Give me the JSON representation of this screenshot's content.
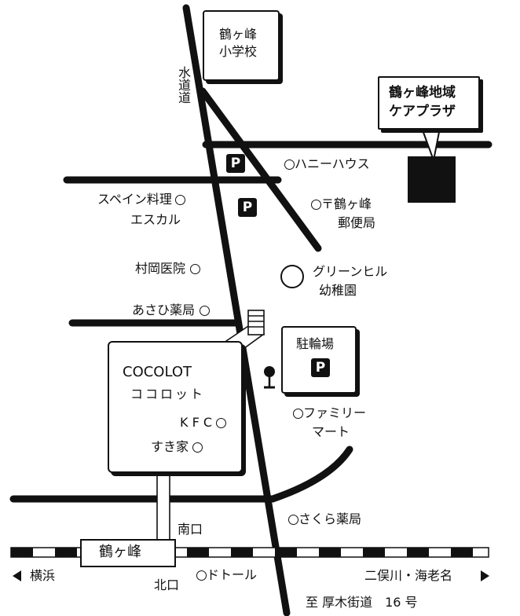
{
  "roads": {
    "suido_michi": "水道道",
    "atsugi_kaido": "至 厚木街道　16 号"
  },
  "stations": {
    "tsurugamine": "鶴ヶ峰",
    "south_exit": "南口",
    "north_exit": "北口",
    "to_yokohama": "横浜",
    "to_futamatagawa_ebina": "二俣川・海老名"
  },
  "facilities": {
    "care_plaza": {
      "line1": "鶴ヶ峰地域",
      "line2": "ケアプラザ"
    },
    "school": {
      "line1": "鶴ヶ峰",
      "line2": "小学校"
    },
    "bicycle_parking": "駐輪場",
    "parking_mark": "P",
    "honey_house": "ハニーハウス",
    "post_office": {
      "line1": "〒鶴ヶ峰",
      "line2": "郵便局"
    },
    "spain_ryouri": {
      "line1": "スペイン料理",
      "line2": "エスカル"
    },
    "muraoka_clinic": "村岡医院",
    "asahi_pharmacy": "あさひ薬局",
    "green_hill": {
      "line1": "グリーンヒル",
      "line2": "幼稚園"
    },
    "cocolot": {
      "name": "COCOLOT",
      "kana": "ココロット",
      "kfc": "K F C",
      "sukiya": "すき家"
    },
    "familymart": {
      "line1": "ファミリー",
      "line2": "マート"
    },
    "sakura_pharmacy": "さくら薬局",
    "doutor": "ドトール"
  }
}
